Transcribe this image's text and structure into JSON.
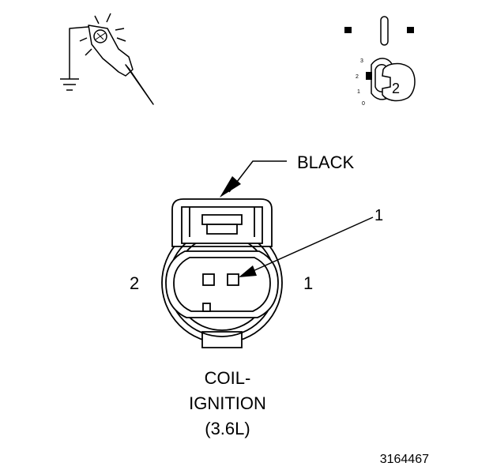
{
  "labels": {
    "wire_color": "BLACK",
    "pin_callout": "1",
    "pin_left": "2",
    "pin_right": "1",
    "caption_line1": "COIL-",
    "caption_line2": "IGNITION",
    "caption_line3": "(3.6L)",
    "figure_number": "3164467"
  },
  "key_icon": {
    "position_labels": [
      "3",
      "2",
      "1",
      "0"
    ],
    "key_number": "2"
  },
  "icons": [
    "test-light-probe-icon",
    "ground-symbol-icon",
    "ignition-key-icon"
  ]
}
